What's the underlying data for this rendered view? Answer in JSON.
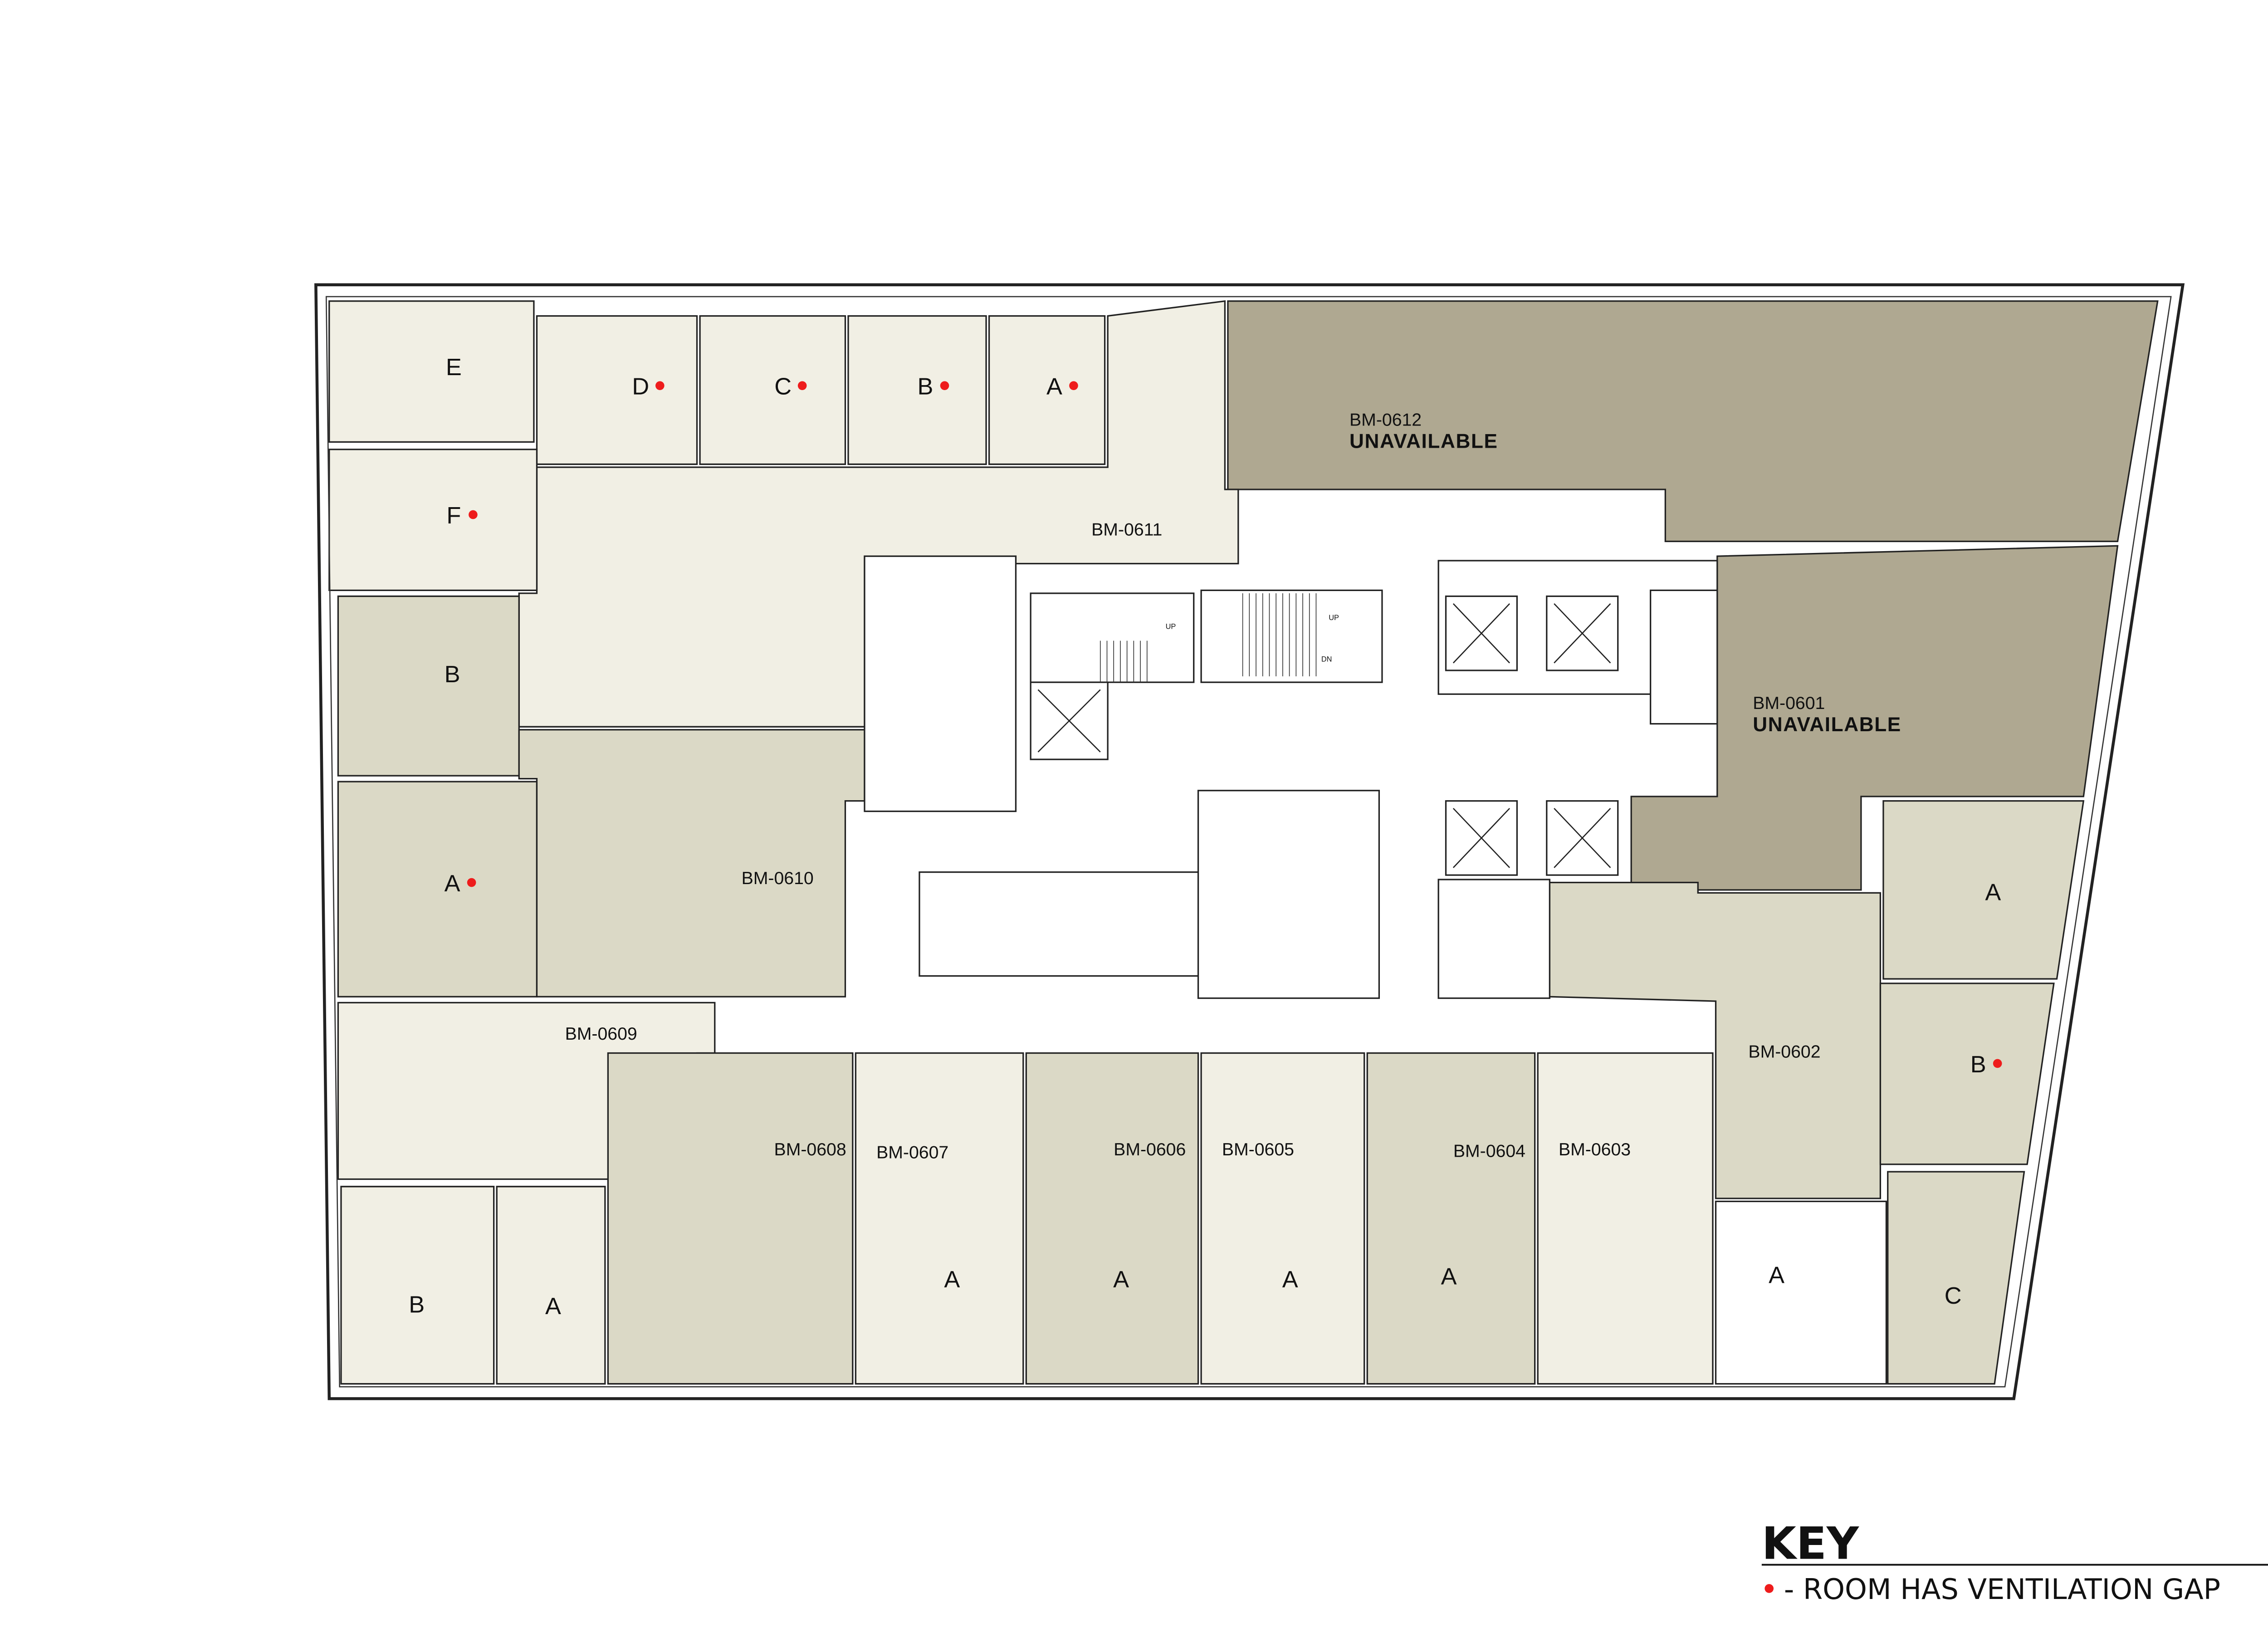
{
  "colors": {
    "unavailable": "#afa891",
    "light_room": "#f1efe4",
    "medium_room": "#dbd9c6",
    "vent_dot": "#ee1c1c",
    "wall": "#222222"
  },
  "rooms": [
    {
      "id": "BM-0612",
      "status": "UNAVAILABLE"
    },
    {
      "id": "BM-0601",
      "status": "UNAVAILABLE"
    },
    {
      "id": "BM-0611"
    },
    {
      "id": "BM-0610"
    },
    {
      "id": "BM-0609"
    },
    {
      "id": "BM-0608"
    },
    {
      "id": "BM-0607"
    },
    {
      "id": "BM-0606"
    },
    {
      "id": "BM-0605"
    },
    {
      "id": "BM-0604"
    },
    {
      "id": "BM-0603"
    },
    {
      "id": "BM-0602"
    }
  ],
  "bedrooms": [
    {
      "suite": "BM-0611",
      "letter": "E",
      "vent_gap": false
    },
    {
      "suite": "BM-0611",
      "letter": "D",
      "vent_gap": true
    },
    {
      "suite": "BM-0611",
      "letter": "C",
      "vent_gap": true
    },
    {
      "suite": "BM-0611",
      "letter": "B",
      "vent_gap": true
    },
    {
      "suite": "BM-0611",
      "letter": "A",
      "vent_gap": true
    },
    {
      "suite": "BM-0611",
      "letter": "F",
      "vent_gap": true
    },
    {
      "suite": "BM-0610",
      "letter": "B",
      "vent_gap": false
    },
    {
      "suite": "BM-0610",
      "letter": "A",
      "vent_gap": true
    },
    {
      "suite": "BM-0609",
      "letter": "B",
      "vent_gap": false
    },
    {
      "suite": "BM-0609",
      "letter": "A",
      "vent_gap": false
    },
    {
      "suite": "BM-0607",
      "letter": "A",
      "vent_gap": false
    },
    {
      "suite": "BM-0606",
      "letter": "A",
      "vent_gap": false
    },
    {
      "suite": "BM-0605",
      "letter": "A",
      "vent_gap": false
    },
    {
      "suite": "BM-0604",
      "letter": "A",
      "vent_gap": false
    },
    {
      "suite": "BM-0603",
      "letter": "A",
      "vent_gap": false
    },
    {
      "suite": "BM-0602",
      "letter": "C",
      "vent_gap": false
    },
    {
      "suite": "BM-0602",
      "letter": "A",
      "vent_gap": false
    },
    {
      "suite": "BM-0602",
      "letter": "B",
      "vent_gap": true
    }
  ],
  "stairs": {
    "up": "UP",
    "down": "DN"
  },
  "key": {
    "title": "KEY",
    "entries": [
      {
        "symbol": "red-dot",
        "text": "- ROOM HAS VENTILATION GAP"
      }
    ]
  }
}
